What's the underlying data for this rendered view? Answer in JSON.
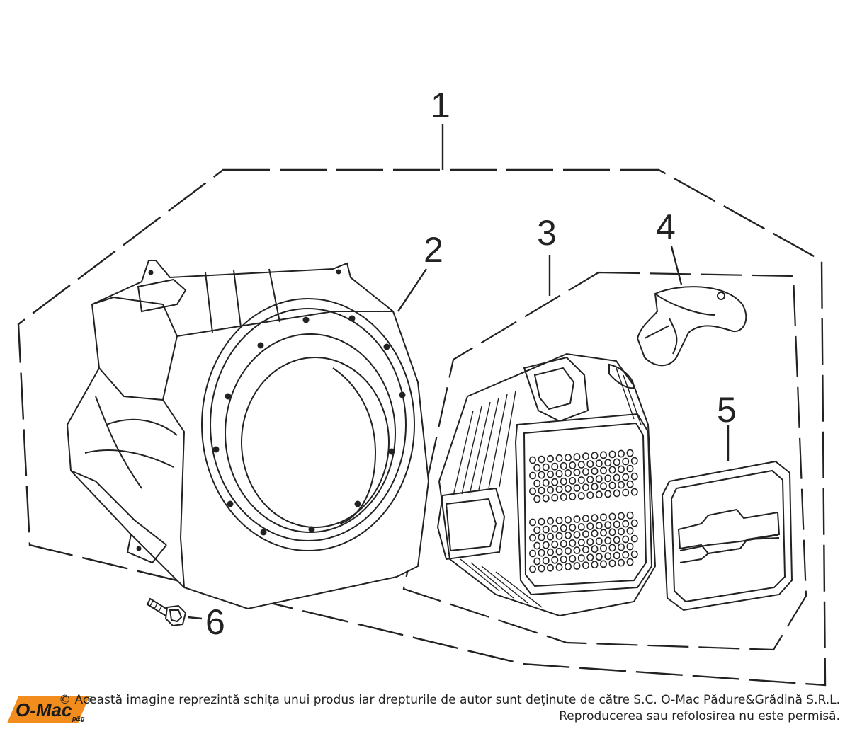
{
  "diagram": {
    "callouts": [
      "1",
      "2",
      "3",
      "4",
      "5",
      "6"
    ]
  },
  "footer": {
    "brand": "O-Mac",
    "brand_suffix": "p&g",
    "registered_mark": "®",
    "copyright_line1": "© Această imagine reprezintă schița unui produs iar drepturile de autor sunt deținute de către S.C. O-Mac Pădure&Grădină S.R.L.",
    "copyright_line2": "Reproducerea sau refolosirea nu este permisă."
  },
  "colors": {
    "line": "#222222",
    "logo_orange": "#f28c1c",
    "logo_text": "#1a1a1a"
  }
}
